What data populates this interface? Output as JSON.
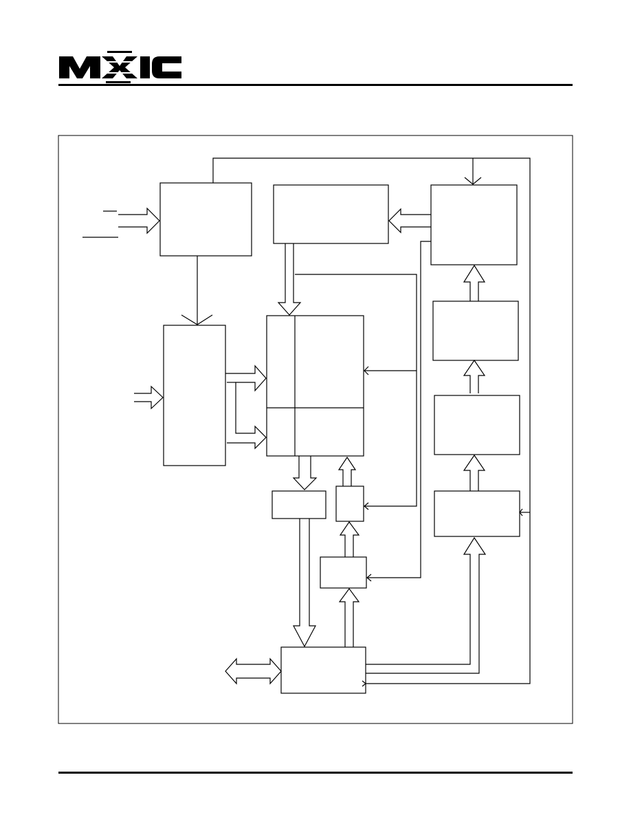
{
  "logo": {
    "text": "MXIC",
    "color": "#000000"
  },
  "diagram": {
    "type": "block-diagram",
    "blocks": [
      "control-block",
      "top-middle-block",
      "top-right-block",
      "address-block",
      "memory-array",
      "right-block-2",
      "right-block-3",
      "right-block-4",
      "sense-block",
      "small-block-a",
      "small-block-b",
      "io-buffer-block"
    ],
    "line_color": "#000000"
  }
}
